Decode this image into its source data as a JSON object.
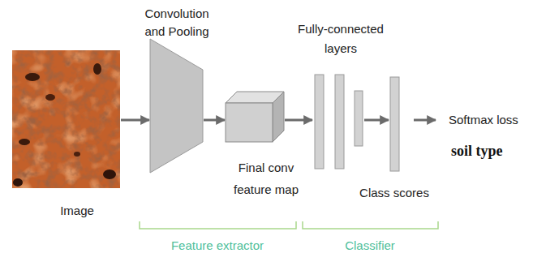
{
  "diagram": {
    "nodes": [
      {
        "text": [
          "Image"
        ]
      },
      {
        "text": [
          "Convolution and Pooling"
        ]
      },
      {
        "text": [
          "Final conv feature map"
        ]
      },
      {
        "text": [
          "Fully-connected layers"
        ]
      },
      {
        "text": [
          "Class scores"
        ]
      }
    ],
    "edges": [
      {
        "from": 0,
        "to": 1,
        "arrow": "to"
      },
      {
        "from": 1,
        "to": 2,
        "arrow": "to"
      },
      {
        "from": 2,
        "to": 3,
        "arrow": "to"
      },
      {
        "from": 3,
        "to": 4,
        "arrow": "to"
      }
    ],
    "labels": [
      "Softmax loss",
      "soil type",
      "Feature extractor",
      "Classifier"
    ]
  }
}
